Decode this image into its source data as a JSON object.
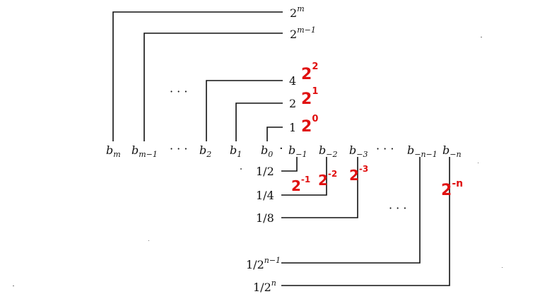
{
  "weights_left": [
    {
      "base": "2",
      "exp": "m"
    },
    {
      "base": "2",
      "exp": "m−1"
    },
    {
      "text": "4"
    },
    {
      "text": "2"
    },
    {
      "text": "1"
    }
  ],
  "weights_right": [
    {
      "text": "1/2"
    },
    {
      "text": "1/4"
    },
    {
      "text": "1/8"
    },
    {
      "base": "1/2",
      "exp": "n−1"
    },
    {
      "base": "1/2",
      "exp": "n"
    }
  ],
  "bits": [
    {
      "b": "b",
      "sub": "m"
    },
    {
      "b": "b",
      "sub": "m−1"
    },
    {
      "ellipsis": "· · ·"
    },
    {
      "b": "b",
      "sub": "2"
    },
    {
      "b": "b",
      "sub": "1"
    },
    {
      "b": "b",
      "sub": "0"
    },
    {
      "dot": "·"
    },
    {
      "b": "b",
      "sub": "−1"
    },
    {
      "b": "b",
      "sub": "−2"
    },
    {
      "b": "b",
      "sub": "−3"
    },
    {
      "ellipsis": "· · ·"
    },
    {
      "b": "b",
      "sub": "−n−1"
    },
    {
      "b": "b",
      "sub": "−n"
    }
  ],
  "ellipsis_upper": "· · ·",
  "ellipsis_lower": "· · ·",
  "handwritten_annotations": [
    {
      "base": "2",
      "exp": "2"
    },
    {
      "base": "2",
      "exp": "1"
    },
    {
      "base": "2",
      "exp": "0"
    },
    {
      "base": "2",
      "exp": "-1"
    },
    {
      "base": "2",
      "exp": "-2"
    },
    {
      "base": "2",
      "exp": "-3"
    },
    {
      "base": "2",
      "exp": "-n"
    }
  ],
  "annotation_color": "#e01010"
}
